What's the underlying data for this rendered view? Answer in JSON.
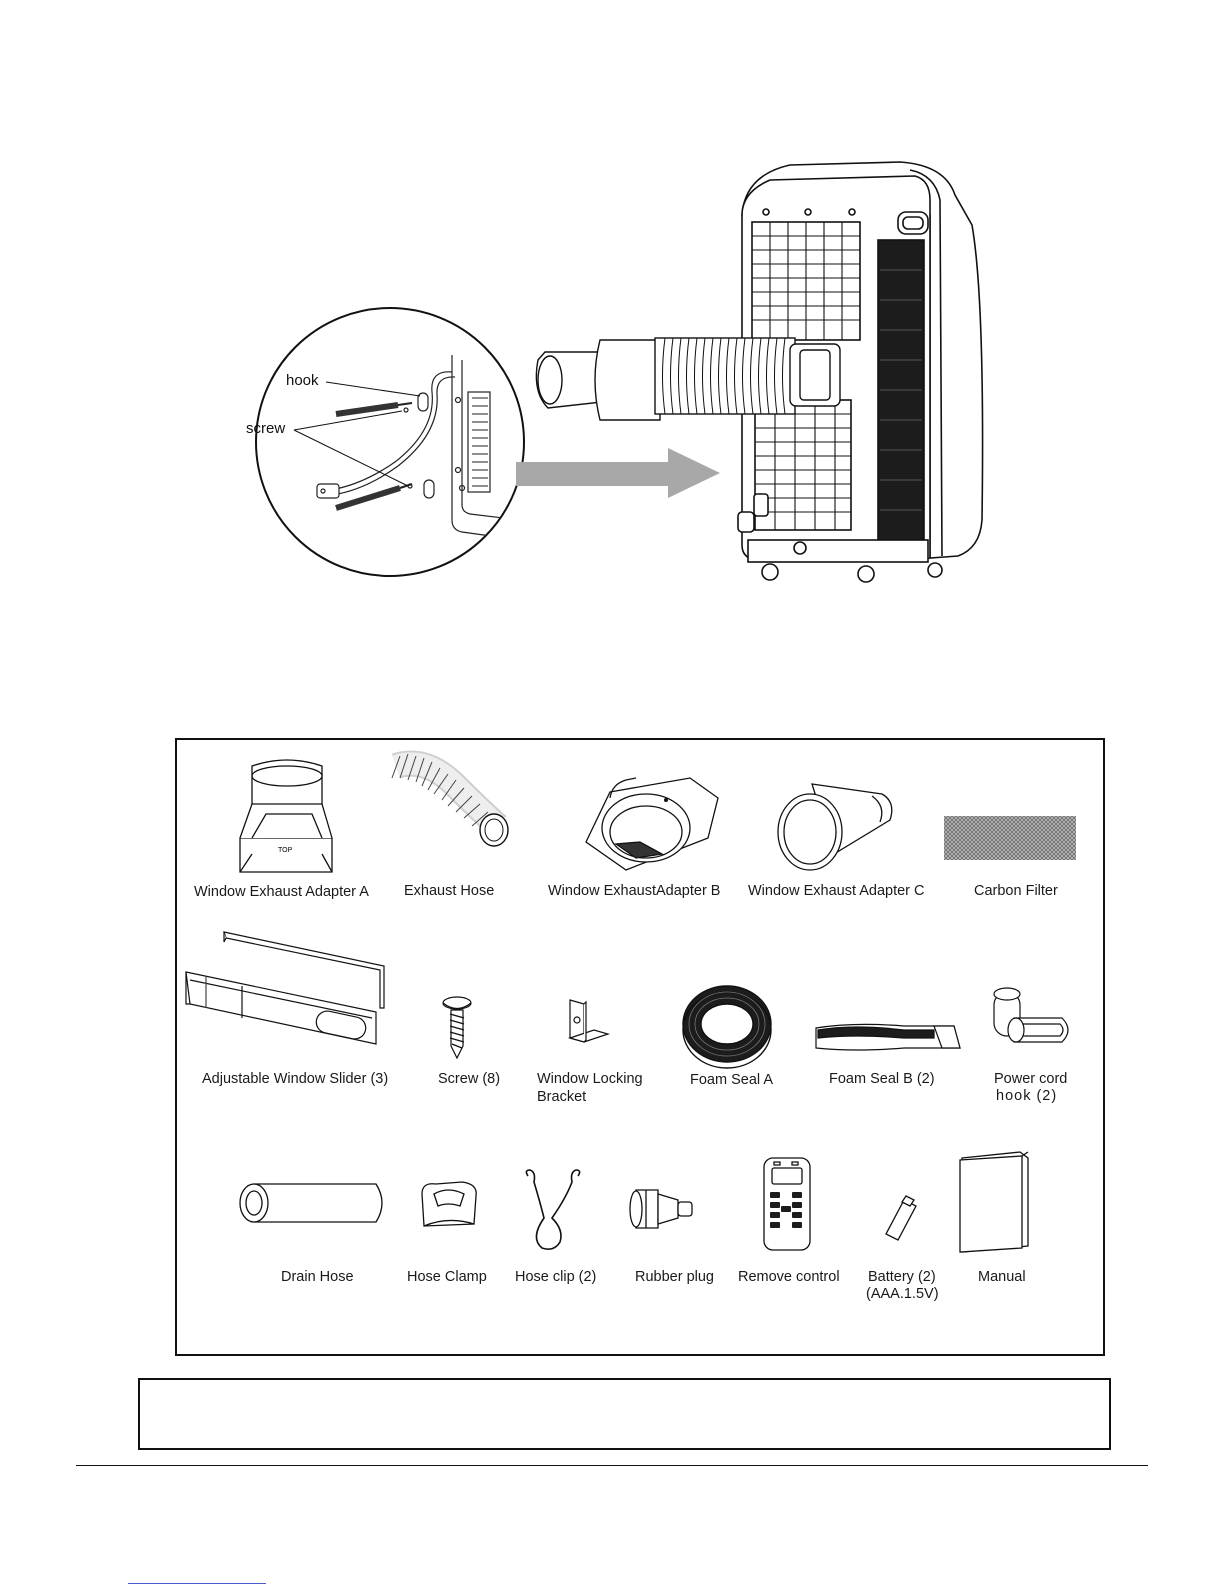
{
  "illustration": {
    "callouts": {
      "hook": "hook",
      "screw": "screw"
    }
  },
  "parts": {
    "row1": [
      {
        "id": "adapter-a",
        "label": "Window Exhaust  Adapter A"
      },
      {
        "id": "exhaust-hose",
        "label": "Exhaust Hose"
      },
      {
        "id": "adapter-b",
        "label": "Window ExhaustAdapter B"
      },
      {
        "id": "adapter-c",
        "label": "Window Exhaust Adapter C"
      },
      {
        "id": "carbon-filter",
        "label": "Carbon Filter"
      }
    ],
    "row2": [
      {
        "id": "window-slider",
        "label": "Adjustable Window Slider (3)"
      },
      {
        "id": "screw",
        "label": "Screw (8)"
      },
      {
        "id": "locking-bracket",
        "label": "Window Locking",
        "label2": "Bracket"
      },
      {
        "id": "foam-seal-a",
        "label": "Foam Seal A"
      },
      {
        "id": "foam-seal-b",
        "label": "Foam Seal B (2)"
      },
      {
        "id": "power-cord-hook",
        "label": "Power cord",
        "label2": "hook (2)"
      }
    ],
    "row3": [
      {
        "id": "drain-hose",
        "label": "Drain Hose"
      },
      {
        "id": "hose-clamp",
        "label": "Hose Clamp"
      },
      {
        "id": "hose-clip",
        "label": "Hose clip (2)"
      },
      {
        "id": "rubber-plug",
        "label": "Rubber plug"
      },
      {
        "id": "remote-control",
        "label": "Remove control"
      },
      {
        "id": "battery",
        "label": "Battery (2)",
        "label2": "(AAA.1.5V)"
      },
      {
        "id": "manual",
        "label": "Manual"
      }
    ]
  },
  "note_box": {
    "text": ""
  },
  "colors": {
    "ink": "#111111",
    "arrow": "#a8a8a8",
    "border": "#111111"
  }
}
